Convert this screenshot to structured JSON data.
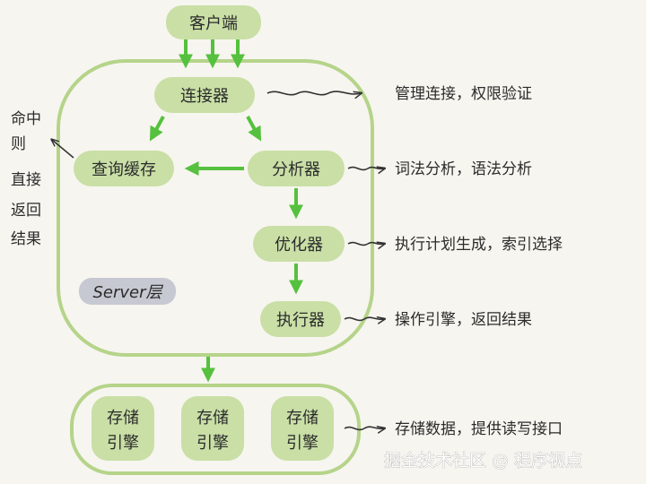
{
  "nodes": {
    "client": "客户端",
    "connector": "连接器",
    "query_cache": "查询缓存",
    "analyzer": "分析器",
    "optimizer": "优化器",
    "executor": "执行器",
    "server_layer": "Server层",
    "storage_engines": [
      {
        "line1": "存储",
        "line2": "引擎"
      },
      {
        "line1": "存储",
        "line2": "引擎"
      },
      {
        "line1": "存储",
        "line2": "引擎"
      }
    ]
  },
  "annotations": {
    "connector": "管理连接，权限验证",
    "analyzer": "词法分析，语法分析",
    "optimizer": "执行计划生成，索引选择",
    "executor": "操作引擎，返回结果",
    "storage": "存储数据，提供读写接口",
    "cache_hit": [
      "命中",
      "则",
      "直接",
      "返回",
      "结果"
    ]
  },
  "watermark": "掘金技术社区 @ 程序视点",
  "colors": {
    "node_fill": "#c9dfa6",
    "border": "#b5d48a",
    "arrow": "#55c13e",
    "server_badge": "#c6c9d2",
    "background": "#f7f5ef"
  }
}
